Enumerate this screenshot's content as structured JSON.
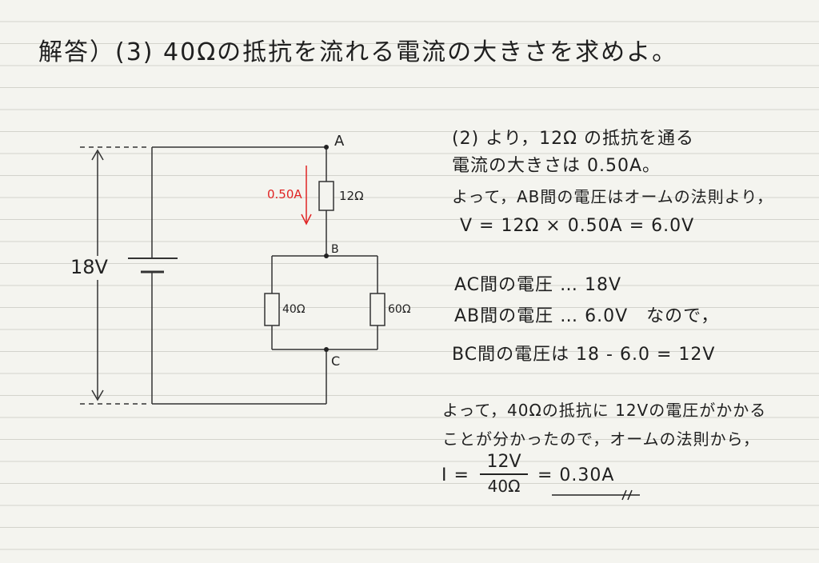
{
  "title": "解答）(3) 40Ωの抵抗を流れる電流の大きさを求めよ。",
  "circuit": {
    "point_a": "A",
    "point_b": "B",
    "point_c": "C",
    "battery_voltage": "18V",
    "current_label": "0.50A",
    "r_12": "12Ω",
    "r_40": "40Ω",
    "r_60": "60Ω"
  },
  "colors": {
    "current_arrow": "#e02424",
    "ink": "#1f1f1f"
  },
  "explanation": {
    "line1": "(2) より，12Ω の抵抗を通る",
    "line2": "電流の大きさは 0.50A。",
    "line3": "よって，AB間の電圧はオームの法則より，",
    "eq1": "V = 12Ω × 0.50A = 6.0V",
    "ac": "AC間の電圧 … 18V",
    "ab": "AB間の電圧 … 6.0V　なので，",
    "bc": "BC間の電圧は 18 - 6.0 = 12V",
    "line4": "よって，40Ωの抵抗に 12Vの電圧がかかる",
    "line5": "ことが分かったので，オームの法則から，",
    "eq_lhs": "I =",
    "frac_num": "12V",
    "frac_den": "40Ω",
    "eq_rhs": "= 0.30A"
  }
}
